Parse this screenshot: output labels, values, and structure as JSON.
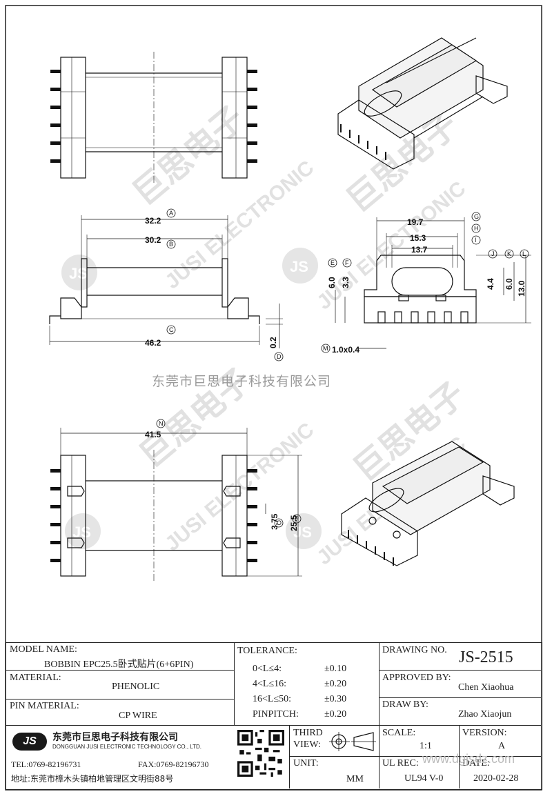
{
  "watermark": {
    "brand_cn": "巨思电子",
    "brand_en": "JUSI ELECTRONIC",
    "logo": "JS",
    "company_line": "东莞市巨思电子科技有限公司",
    "web": "www.dgjsdz.com"
  },
  "dimensions": {
    "A": "32.2",
    "B": "30.2",
    "C": "46.2",
    "D": "0.2",
    "E": "6.0",
    "F": "3.3",
    "G": "19.7",
    "H": "15.3",
    "I": "13.7",
    "J": "4.4",
    "K": "6.0",
    "L": "13.0",
    "M": "1.0x0.4",
    "N": "41.5",
    "O": "3.75",
    "P": "25.5"
  },
  "circle_labels": [
    "A",
    "B",
    "C",
    "D",
    "E",
    "F",
    "G",
    "H",
    "I",
    "J",
    "K",
    "L",
    "M",
    "N",
    "O",
    "P"
  ],
  "title_block": {
    "model_name_label": "MODEL NAME:",
    "model_name_value": "BOBBIN EPC25.5卧式贴片(6+6PIN)",
    "material_label": "MATERIAL:",
    "material_value": "PHENOLIC",
    "pin_material_label": "PIN MATERIAL:",
    "pin_material_value": "CP WIRE",
    "tolerance_label": "TOLERANCE:",
    "tolerances": [
      {
        "range": "0<L≤4:",
        "value": "±0.10"
      },
      {
        "range": "4<L≤16:",
        "value": "±0.20"
      },
      {
        "range": "16<L≤50:",
        "value": "±0.30"
      },
      {
        "range": "PINPITCH:",
        "value": "±0.20"
      }
    ],
    "drawing_no_label": "DRAWING NO.",
    "drawing_no_value": "JS-2515",
    "approved_by_label": "APPROVED BY:",
    "approved_by_value": "Chen Xiaohua",
    "draw_by_label": "DRAW BY:",
    "draw_by_value": "Zhao Xiaojun",
    "third_view_label_1": "THIRD",
    "third_view_label_2": "VIEW:",
    "unit_label": "UNIT:",
    "unit_value": "MM",
    "scale_label": "SCALE:",
    "scale_value": "1:1",
    "version_label": "VERSION:",
    "version_value": "A",
    "ul_rec_label": "UL REC:",
    "ul_rec_value": "UL94 V-0",
    "date_label": "DATE:",
    "date_value": "2020-02-28",
    "company_cn": "东莞市巨思电子科技有限公司",
    "company_en": "DONGGUAN JUSI ELECTRONIC TECHNOLOGY CO., LTD.",
    "tel": "TEL:0769-82196731",
    "fax": "FAX:0769-82196730",
    "address": "地址:东莞市樟木头镇柏地管理区文明街88号",
    "logo_text": "JS"
  }
}
